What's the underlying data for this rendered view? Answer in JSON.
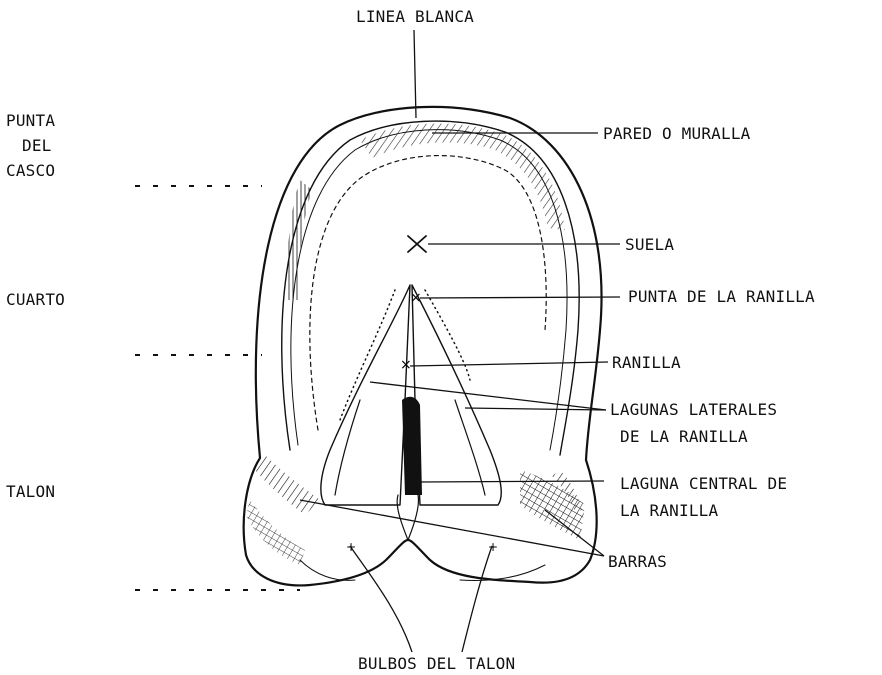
{
  "diagram": {
    "labels": {
      "linea_blanca": "LINEA BLANCA",
      "pared": "PARED O MURALLA",
      "suela": "SUELA",
      "punta_ranilla": "PUNTA DE LA RANILLA",
      "ranilla": "RANILLA",
      "lagunas_laterales_1": "LAGUNAS LATERALES",
      "lagunas_laterales_2": "DE LA RANILLA",
      "laguna_central_1": "LAGUNA CENTRAL DE",
      "laguna_central_2": "LA RANILLA",
      "barras": "BARRAS",
      "bulbos": "BULBOS DEL TALON"
    },
    "zones": {
      "punta_1": "PUNTA",
      "punta_2": "DEL",
      "punta_3": "CASCO",
      "cuarto": "CUARTO",
      "talon": "TALON"
    },
    "ink_color": "#111111"
  }
}
